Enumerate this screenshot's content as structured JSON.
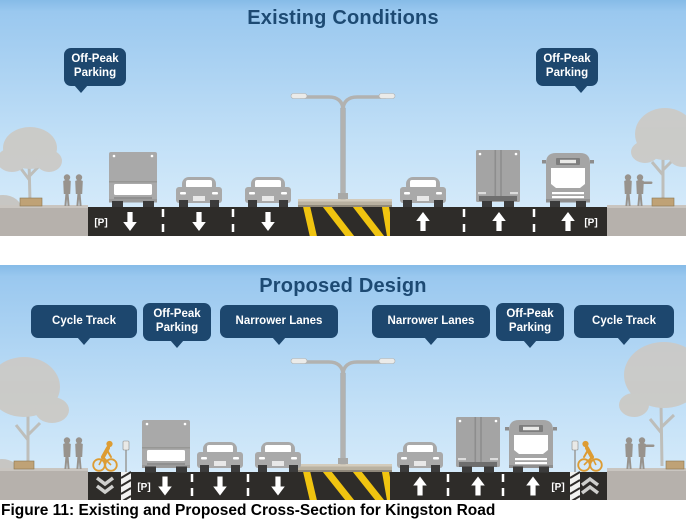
{
  "figure": {
    "caption": "Figure 11: Existing and Proposed Cross-Section for Kingston Road"
  },
  "existing": {
    "title": "Existing Conditions",
    "callouts": [
      {
        "label": "Off-Peak Parking"
      },
      {
        "label": "Off-Peak Parking"
      }
    ],
    "road_markings": {
      "p_left": "[P]",
      "p_right": "[P]"
    }
  },
  "proposed": {
    "title": "Proposed Design",
    "callouts": [
      {
        "label": "Cycle Track"
      },
      {
        "label": "Off-Peak Parking"
      },
      {
        "label": "Narrower Lanes"
      },
      {
        "label": "Narrower Lanes"
      },
      {
        "label": "Off-Peak Parking"
      },
      {
        "label": "Cycle Track"
      }
    ],
    "road_markings": {
      "p_left": "[P]",
      "p_right": "[P]"
    }
  },
  "colors": {
    "label_navy": "#1d476e",
    "title_navy": "#1d4a73",
    "sky_top": "#86bbe7",
    "sky_bottom": "#dceefb",
    "road_asphalt": "#2e2c29",
    "sidewalk_gray": "#b6b1ac",
    "hatch_yellow": "#f0c410",
    "cyclist_orange": "#dd9c33",
    "marking_white": "#ffffff"
  }
}
